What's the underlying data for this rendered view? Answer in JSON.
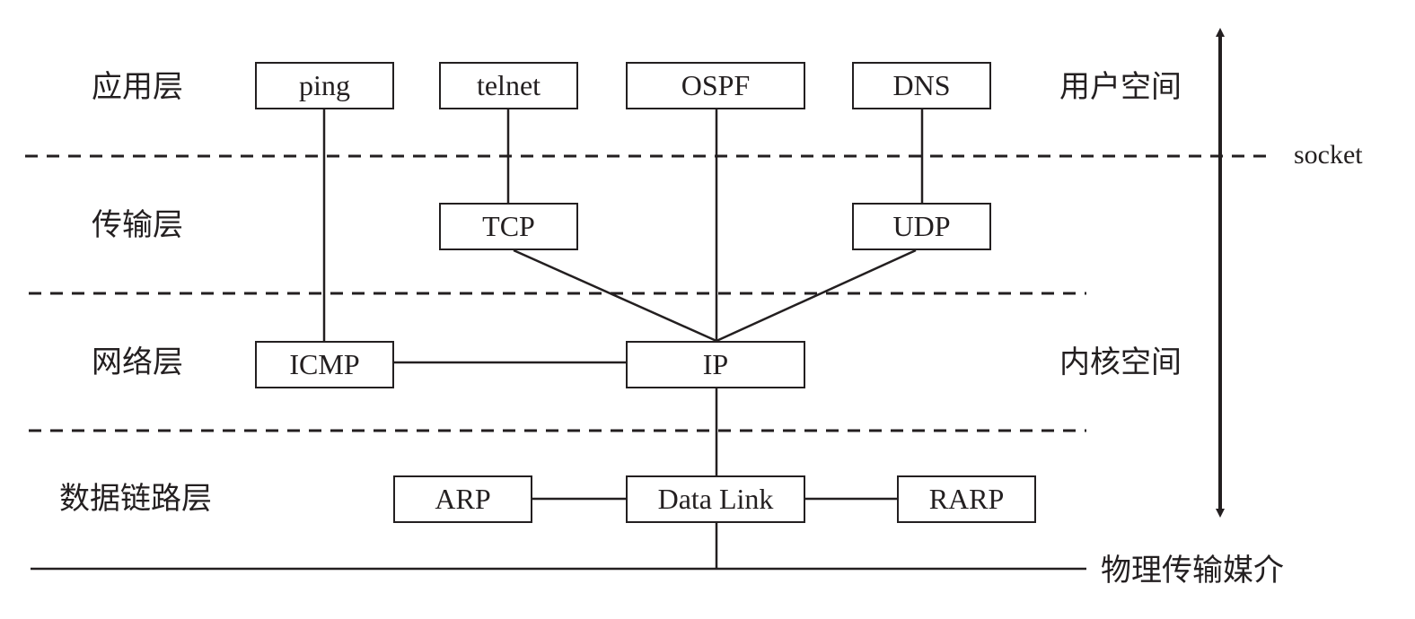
{
  "layers": {
    "application": "应用层",
    "transport": "传输层",
    "network": "网络层",
    "datalink": "数据链路层"
  },
  "spaces": {
    "user": "用户空间",
    "kernel": "内核空间"
  },
  "socket_label": "socket",
  "physical_medium": "物理传输媒介",
  "nodes": {
    "ping": "ping",
    "telnet": "telnet",
    "ospf": "OSPF",
    "dns": "DNS",
    "tcp": "TCP",
    "udp": "UDP",
    "icmp": "ICMP",
    "ip": "IP",
    "arp": "ARP",
    "datalink": "Data Link",
    "rarp": "RARP"
  },
  "colors": {
    "ink": "#231f20",
    "background": "#ffffff"
  }
}
